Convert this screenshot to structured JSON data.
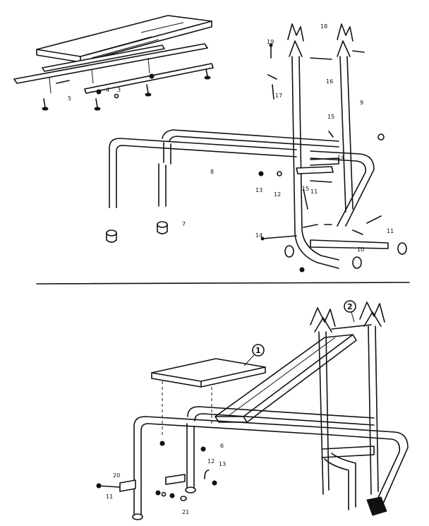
{
  "top_labels": {
    "l18": "18",
    "l19": "19",
    "l16": "16",
    "l17": "17",
    "l9": "9",
    "l15a": "15",
    "l15b": "15",
    "l14a": "14",
    "l14b": "14",
    "l8": "8",
    "l13": "13",
    "l12": "12",
    "l11a": "11",
    "l11b": "11",
    "l10": "10",
    "l7": "7",
    "l3": "3",
    "l4": "4",
    "l5": "5"
  },
  "bottom_labels": {
    "c1": "1",
    "c2": "2",
    "l6": "6",
    "l12": "12",
    "l13": "13",
    "l20": "20",
    "l11": "11",
    "l21": "21"
  }
}
